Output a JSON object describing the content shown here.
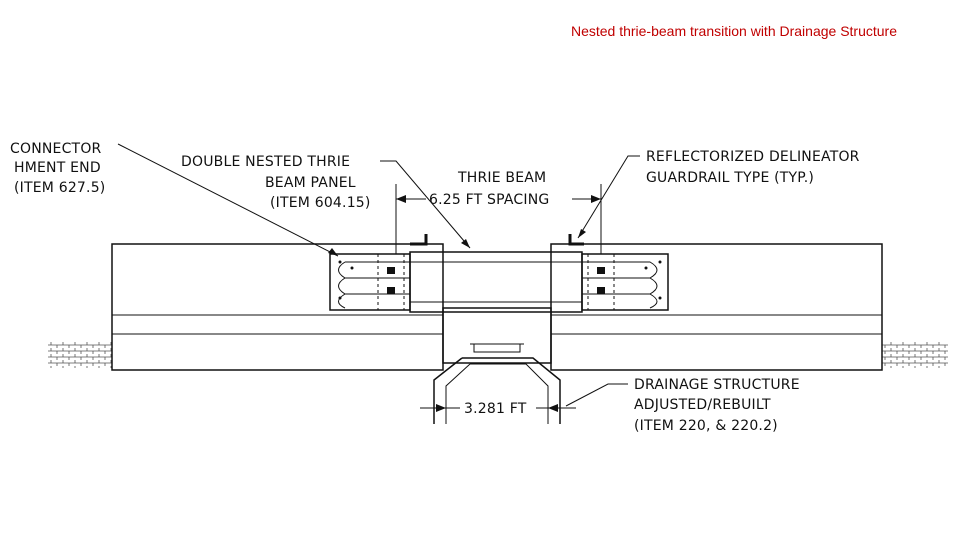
{
  "slide": {
    "title": "Nested thrie-beam transition with Drainage Structure"
  },
  "drawing": {
    "labels": {
      "connector_line1": "CONNECTOR",
      "connector_line2": "HMENT END",
      "connector_item": "(ITEM 627.5)",
      "panel_line1": "DOUBLE NESTED THRIE",
      "panel_line2": "BEAM PANEL",
      "panel_item": "(ITEM 604.15)",
      "thrie_beam": "THRIE BEAM",
      "spacing": "6.25 FT SPACING",
      "delineator_line1": "REFLECTORIZED DELINEATOR",
      "delineator_line2": "GUARDRAIL TYPE (TYP.)",
      "drainage_line1": "DRAINAGE STRUCTURE",
      "drainage_line2": "ADJUSTED/REBUILT",
      "drainage_item": "(ITEM 220, & 220.2)",
      "width_dim": "3.281 FT"
    }
  }
}
